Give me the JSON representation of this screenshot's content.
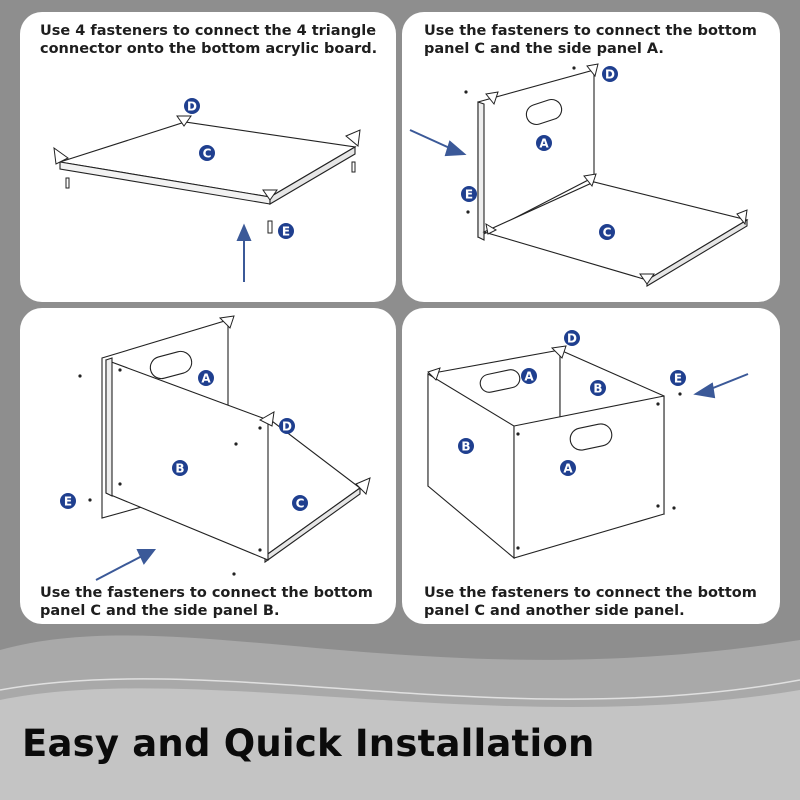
{
  "steps": [
    {
      "caption": "Use 4 fasteners to connect the 4 triangle connector onto the bottom acrylic board."
    },
    {
      "caption": "Use the fasteners to connect the bottom panel C and the side panel A."
    },
    {
      "caption": "Use the fasteners to connect the bottom panel C and the side panel B."
    },
    {
      "caption": "Use the fasteners to connect the bottom panel C and another side panel."
    }
  ],
  "labels": {
    "a": "A",
    "b": "B",
    "c": "C",
    "d": "D",
    "e": "E"
  },
  "headline": "Easy and Quick Installation",
  "colors": {
    "badge": "#1f3f8f",
    "arrow": "#3b5998",
    "line": "#222222",
    "panel_bg": "#ffffff",
    "page_bg": "#8f8f8f"
  }
}
